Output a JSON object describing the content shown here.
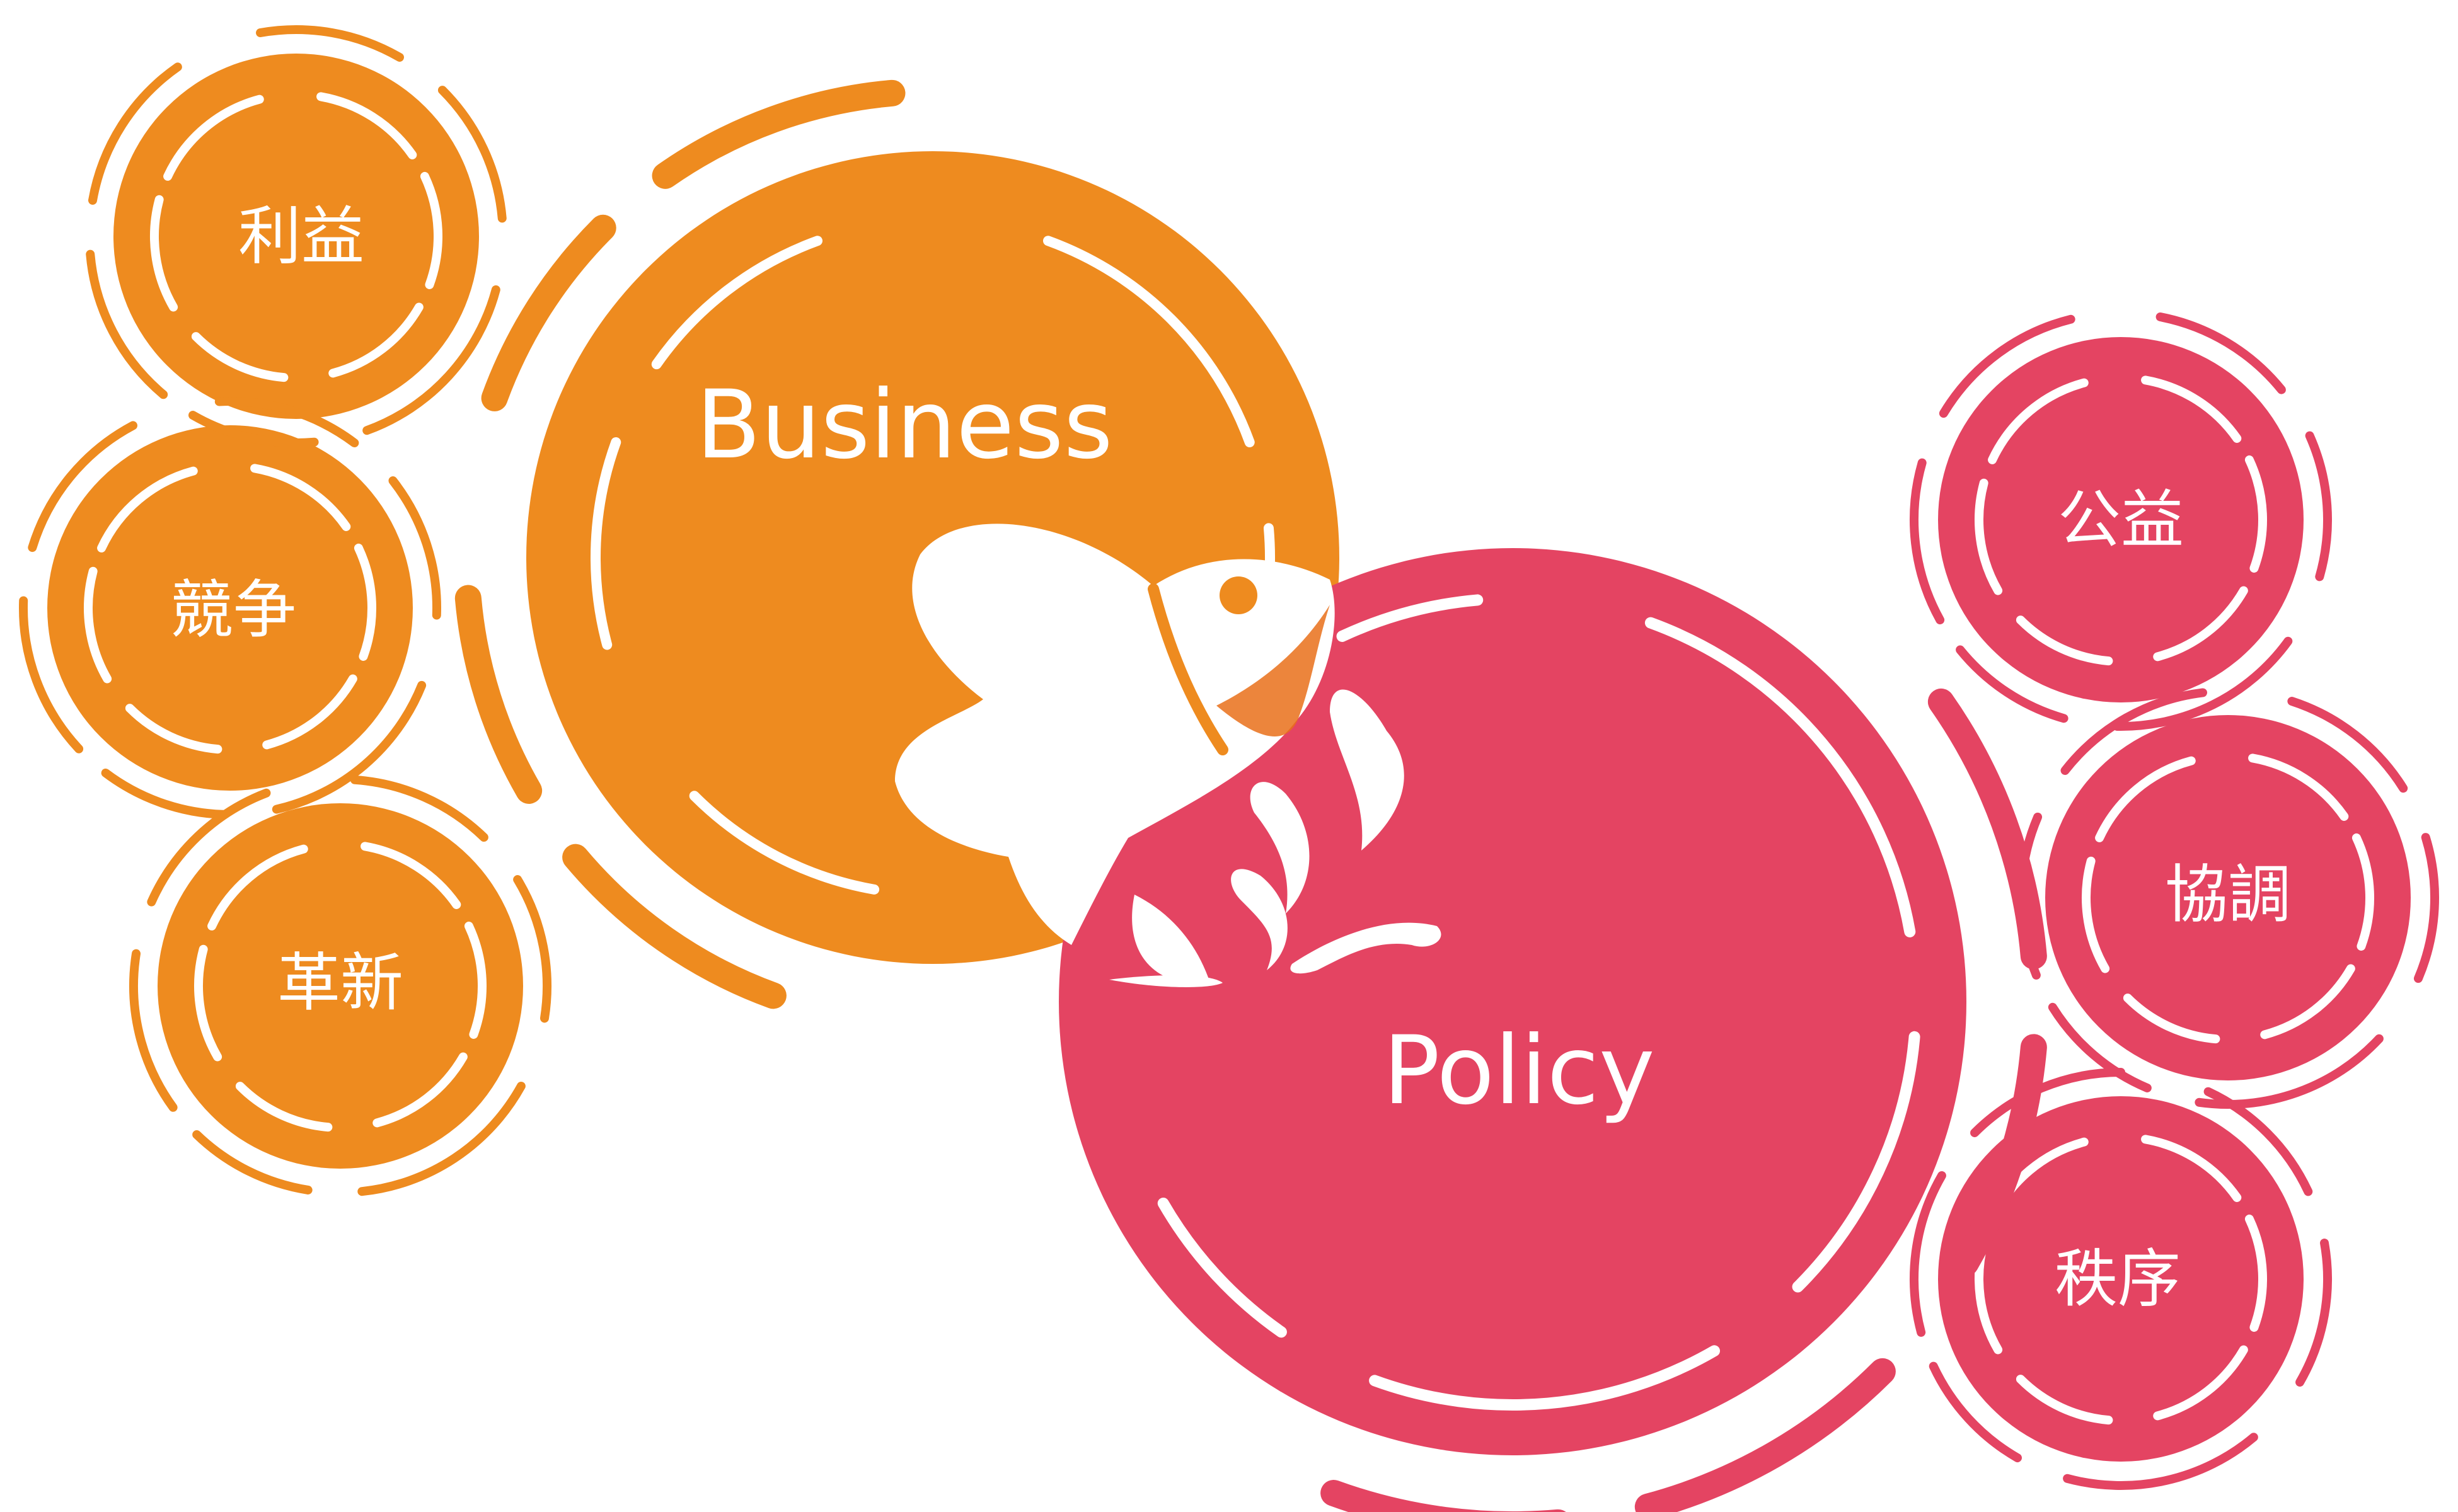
{
  "colors": {
    "business": "#EE8B1F",
    "policy": "#E44462",
    "fish_overlap": "#E9701A",
    "white": "#FFFFFF"
  },
  "main": {
    "business_label": "Business",
    "policy_label": "Policy"
  },
  "business_values": [
    {
      "label": "利益"
    },
    {
      "label": "競争"
    },
    {
      "label": "革新"
    }
  ],
  "policy_values": [
    {
      "label": "公益"
    },
    {
      "label": "協調"
    },
    {
      "label": "秩序"
    }
  ],
  "icon": "fish-icon"
}
